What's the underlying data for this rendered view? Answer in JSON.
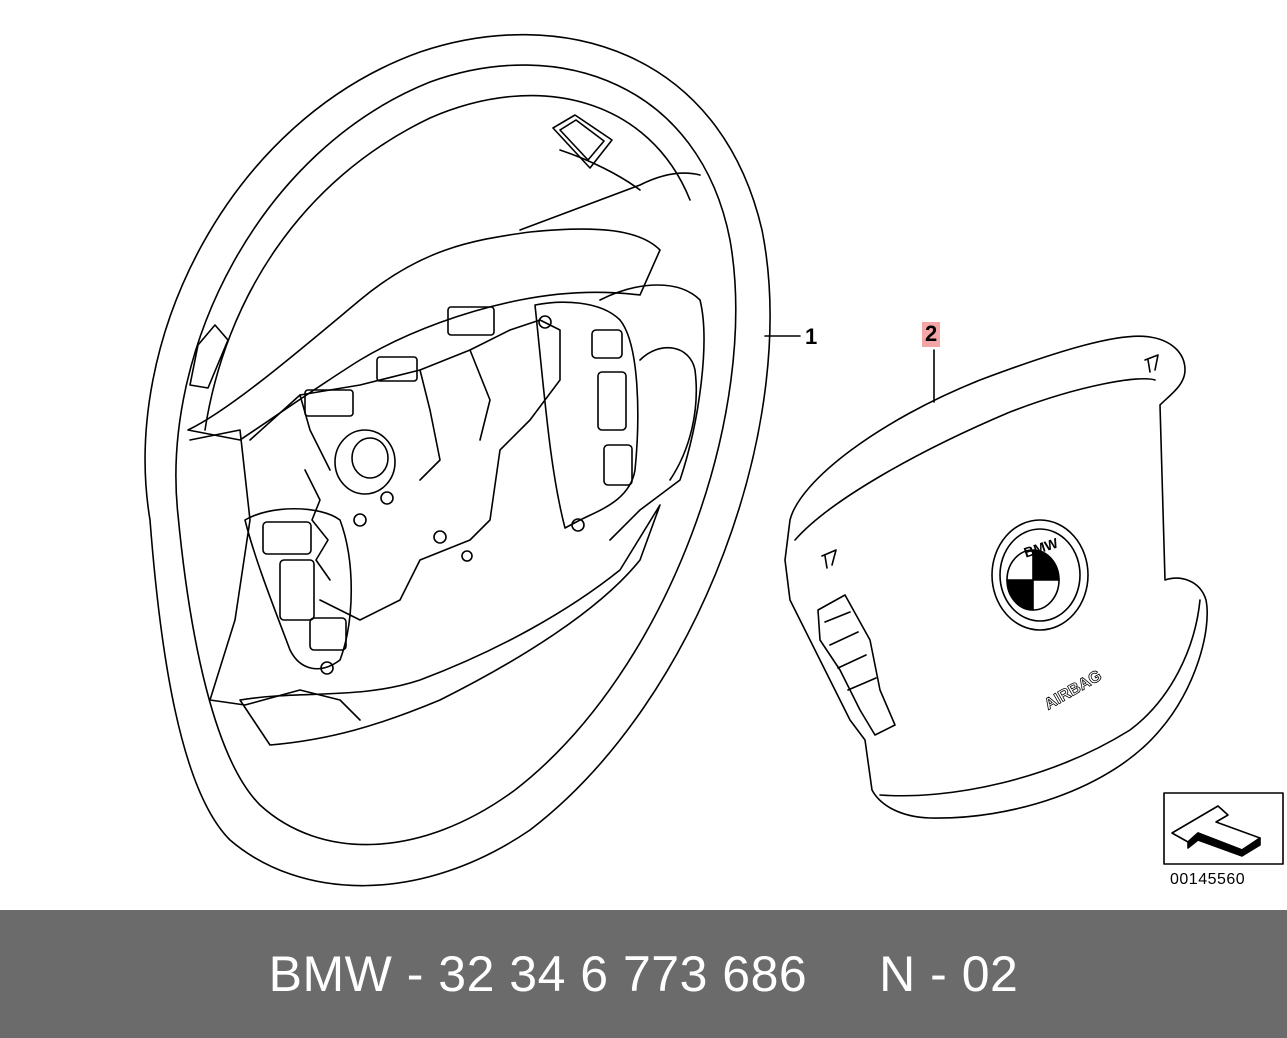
{
  "diagram": {
    "callouts": [
      {
        "label": "1",
        "part": "steering-wheel"
      },
      {
        "label": "2",
        "part": "airbag-module"
      }
    ],
    "highlight_color": "#f4a6a6",
    "airbag_text": "AIRBAG",
    "logo_letters": "BMW",
    "diagram_id": "00145560",
    "line_color": "#000000"
  },
  "footer": {
    "text": "BMW - 32 34 6 773 686     N - 02",
    "background_color": "#6b6b6b",
    "text_color": "#ffffff"
  }
}
